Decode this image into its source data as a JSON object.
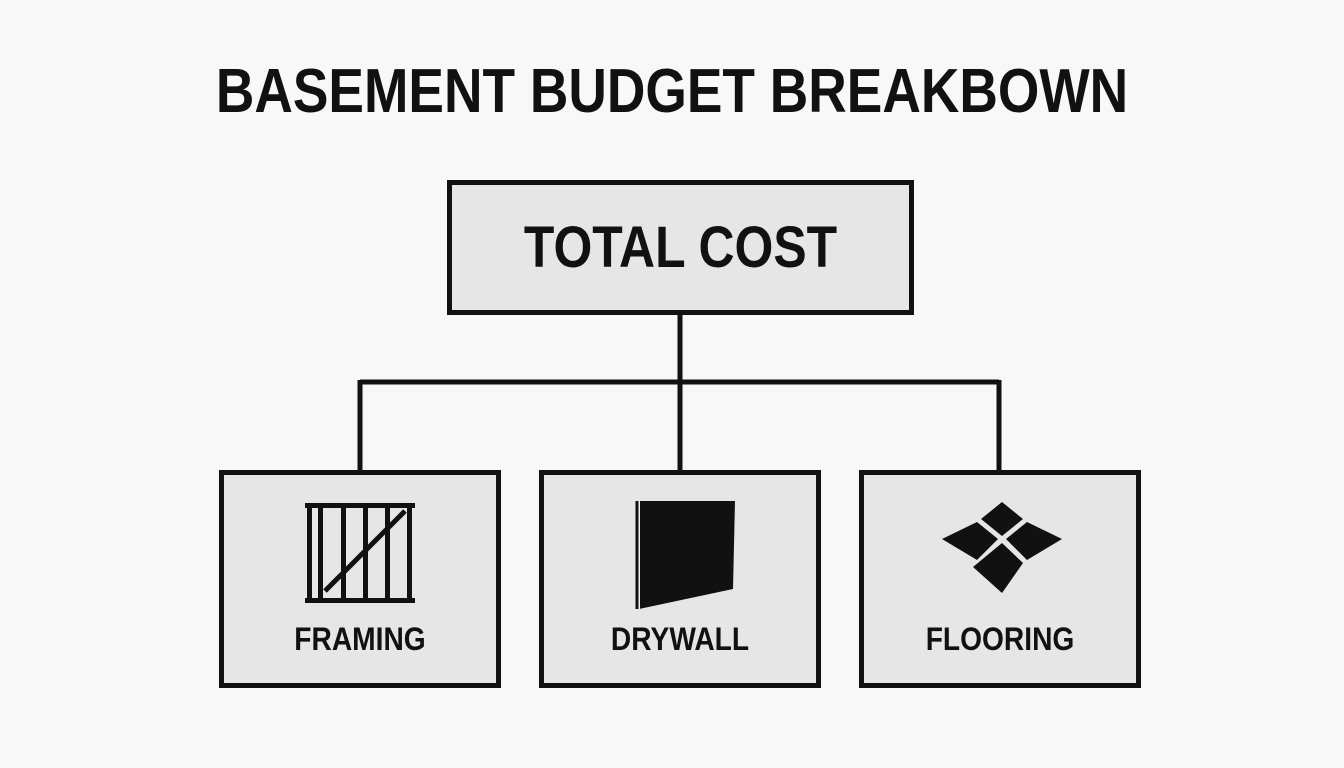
{
  "title": "BASEMENT BUDGET BREAKBOWN",
  "colors": {
    "background": "#f8f8f8",
    "box_fill": "#e6e6e6",
    "stroke": "#111111"
  },
  "root": {
    "label": "TOTAL COST"
  },
  "children": [
    {
      "label": "FRAMING",
      "icon": "wall-framing-icon"
    },
    {
      "label": "DRYWALL",
      "icon": "drywall-panel-icon"
    },
    {
      "label": "FLOORING",
      "icon": "floor-tiles-icon"
    }
  ]
}
